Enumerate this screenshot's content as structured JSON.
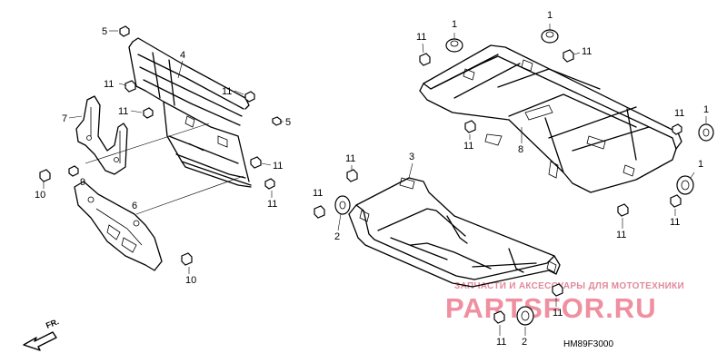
{
  "diagram": {
    "callouts": {
      "c1": "1",
      "c2": "2",
      "c3": "3",
      "c4": "4",
      "c5": "5",
      "c6": "6",
      "c7": "7",
      "c8": "8",
      "c9": "9",
      "c10": "10",
      "c11": "11"
    },
    "direction_label": "FR.",
    "diagram_code": "HM89F3000",
    "watermark_line": "ЗАПЧАСТИ И АКСЕССУАРЫ ДЛЯ МОТОТЕХНИКИ",
    "watermark_main": "PARTSFOR.RU",
    "colors": {
      "line": "#000000",
      "watermark": "#f08fa0",
      "background": "#ffffff"
    }
  }
}
